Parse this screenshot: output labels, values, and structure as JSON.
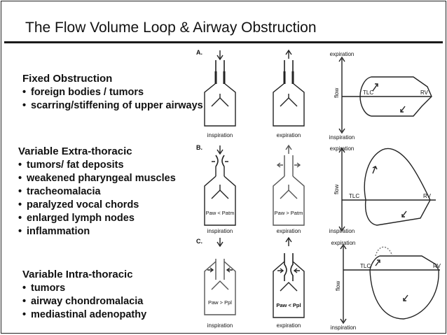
{
  "title": "The Flow Volume Loop & Airway Obstruction",
  "sections": [
    {
      "heading": "Fixed Obstruction",
      "items": [
        "foreign bodies / tumors",
        "scarring/stiffening of upper airways"
      ]
    },
    {
      "heading": "Variable Extra-thoracic",
      "items": [
        "tumors/ fat deposits",
        "weakened pharyngeal muscles",
        "tracheomalacia",
        "paralyzed vocal chords",
        "enlarged lymph nodes",
        "inflammation"
      ]
    },
    {
      "heading": "Variable Intra-thoracic",
      "items": [
        "tumors",
        "airway chondromalacia",
        "mediastinal adenopathy"
      ]
    }
  ],
  "figure": {
    "panel_letters": [
      "A.",
      "B.",
      "C."
    ],
    "phase_labels": {
      "inspiration": "inspiration",
      "expiration": "expiration"
    },
    "pressure_labels": {
      "b_inspiration": "Paw < Patm",
      "b_expiration": "Paw > Patm",
      "c_inspiration": "Paw > Ppl",
      "c_expiration": "Paw < Ppl"
    },
    "loop_labels": {
      "flow": "flow",
      "tlc": "TLC",
      "rv": "RV",
      "expiration": "expiration",
      "inspiration": "inspiration"
    }
  }
}
